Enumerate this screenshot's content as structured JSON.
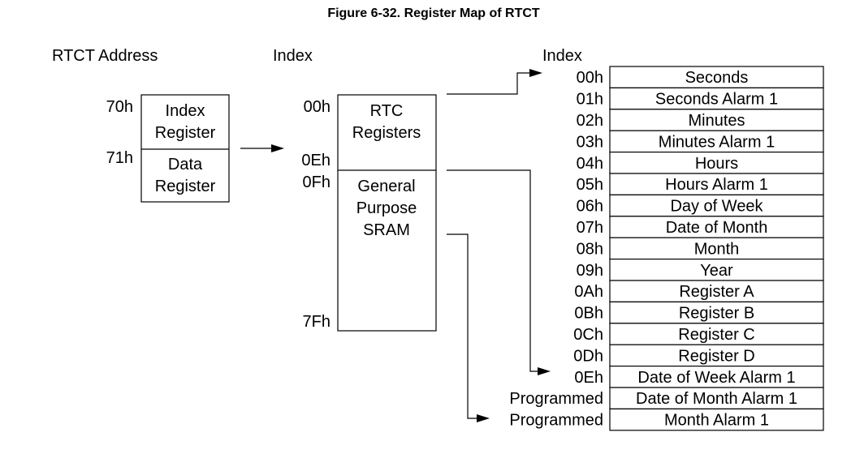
{
  "figure": {
    "title": "Figure 6-32. Register Map of RTCT"
  },
  "rtct": {
    "header": "RTCT Address",
    "addr_index": "70h",
    "addr_data": "71h",
    "index_reg": [
      "Index",
      "Register"
    ],
    "data_reg": [
      "Data",
      "Register"
    ]
  },
  "mid": {
    "header": "Index",
    "idx_00": "00h",
    "idx_0e": "0Eh",
    "idx_0f": "0Fh",
    "idx_7f": "7Fh",
    "rtc_regs": [
      "RTC",
      "Registers"
    ],
    "sram": [
      "General",
      "Purpose",
      "SRAM"
    ]
  },
  "right": {
    "header": "Index",
    "rows": [
      {
        "index": "00h",
        "name": "Seconds"
      },
      {
        "index": "01h",
        "name": "Seconds Alarm 1"
      },
      {
        "index": "02h",
        "name": "Minutes"
      },
      {
        "index": "03h",
        "name": "Minutes Alarm 1"
      },
      {
        "index": "04h",
        "name": "Hours"
      },
      {
        "index": "05h",
        "name": "Hours Alarm 1"
      },
      {
        "index": "06h",
        "name": "Day of Week"
      },
      {
        "index": "07h",
        "name": "Date of Month"
      },
      {
        "index": "08h",
        "name": "Month"
      },
      {
        "index": "09h",
        "name": "Year"
      },
      {
        "index": "0Ah",
        "name": "Register A"
      },
      {
        "index": "0Bh",
        "name": "Register B"
      },
      {
        "index": "0Ch",
        "name": "Register C"
      },
      {
        "index": "0Dh",
        "name": "Register D"
      },
      {
        "index": "0Eh",
        "name": "Date of Week Alarm 1"
      },
      {
        "index": "Programmed",
        "name": "Date of Month Alarm 1"
      },
      {
        "index": "Programmed",
        "name": "Month Alarm 1"
      }
    ]
  }
}
